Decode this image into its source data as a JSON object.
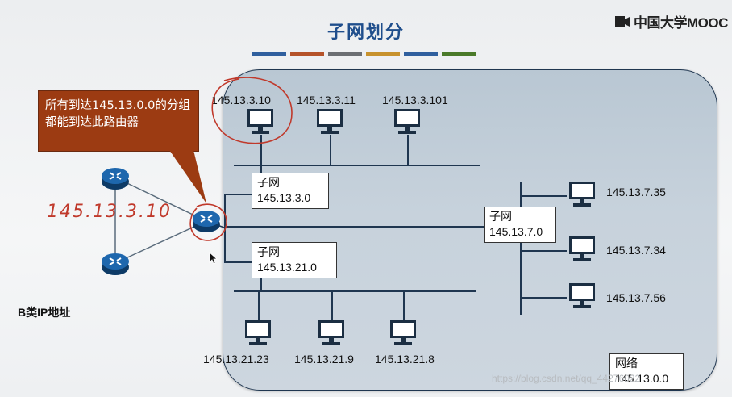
{
  "slide": {
    "title": "子网划分"
  },
  "logo": {
    "text": "中国大学MOOC"
  },
  "stripe_colors": [
    "#2f5f9e",
    "#b5532a",
    "#6b6f73",
    "#c7922e",
    "#2f5f9e",
    "#4a7a2a"
  ],
  "callout": {
    "text": "所有到达145.13.0.0的分组都能到达此路由器"
  },
  "annotation": {
    "handwritten_ip": "145.13.3.10"
  },
  "b_class_label": "B类IP地址",
  "subnets": {
    "s3": {
      "label": "子网",
      "address": "145.13.3.0"
    },
    "s21": {
      "label": "子网",
      "address": "145.13.21.0"
    },
    "s7": {
      "label": "子网",
      "address": "145.13.7.0"
    }
  },
  "network": {
    "label": "网络",
    "address": "145.13.0.0"
  },
  "hosts": {
    "h3_10": "145.13.3.10",
    "h3_11": "145.13.3.11",
    "h3_101": "145.13.3.101",
    "h7_35": "145.13.7.35",
    "h7_34": "145.13.7.34",
    "h7_56": "145.13.7.56",
    "h21_23": "145.13.21.23",
    "h21_9": "145.13.21.9",
    "h21_8": "145.13.21.8"
  },
  "watermark": "https://blog.csdn.net/qq_44276022"
}
